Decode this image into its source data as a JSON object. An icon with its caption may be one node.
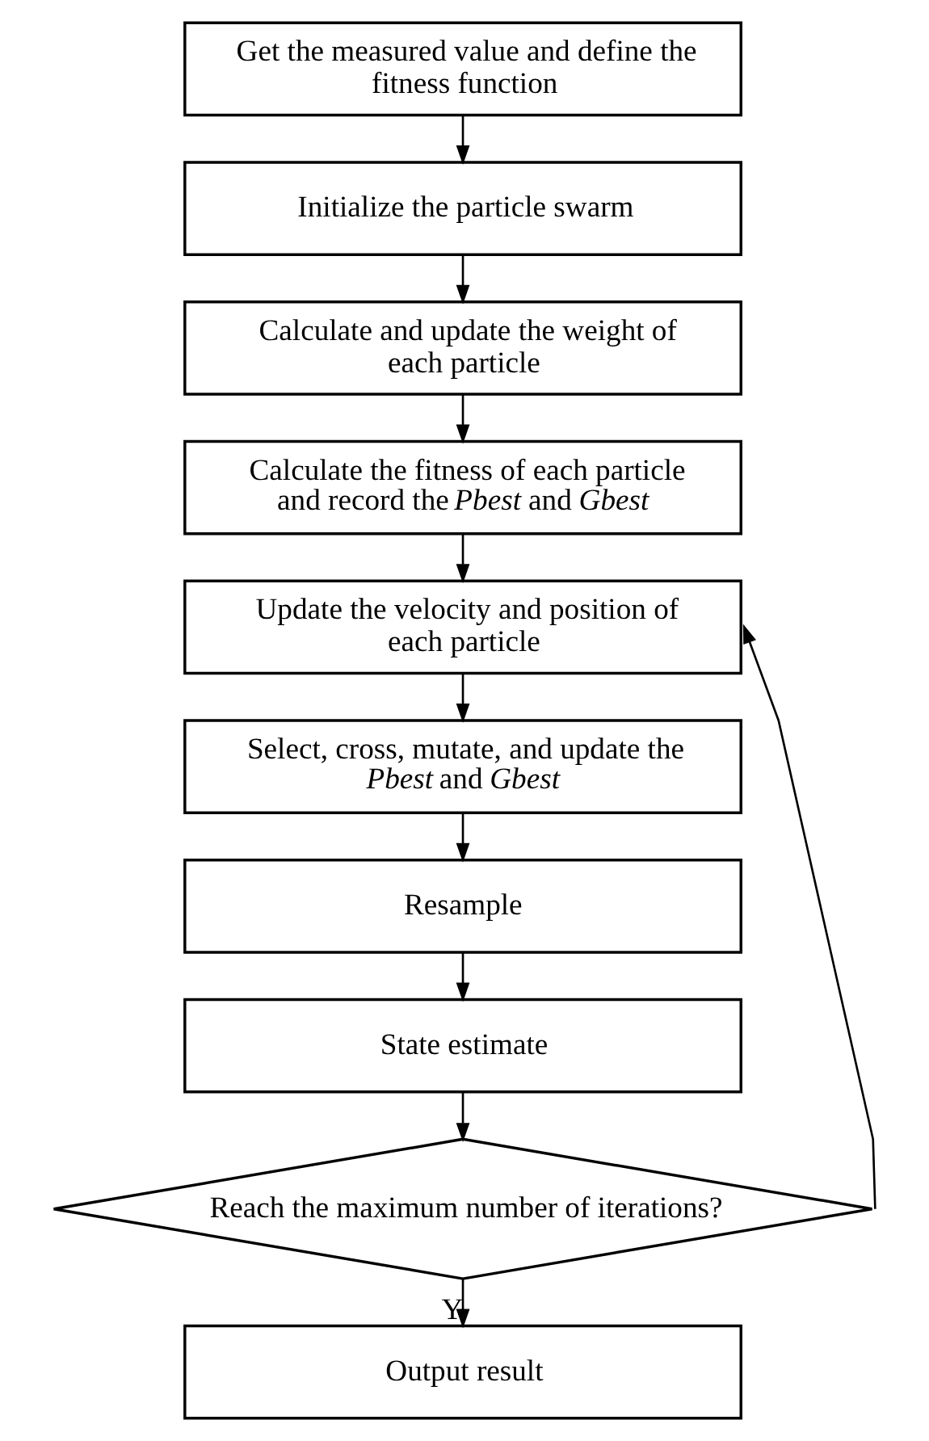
{
  "diagram": {
    "nodes": [
      {
        "text": [
          "Get the measured value and define the fitness function"
        ]
      },
      {
        "text": [
          "Initialize the particle swarm"
        ]
      },
      {
        "text": [
          "Calculate and update the weight of each particle"
        ]
      },
      {
        "text": [
          "Calculate the fitness of each particle and record the *Pbest* and *Gbest*"
        ]
      },
      {
        "text": [
          "Update the velocity and position of each particle"
        ]
      },
      {
        "text": [
          "Select, cross, mutate, and update the *Pbest* and *Gbest*"
        ]
      },
      {
        "text": [
          "Resample"
        ]
      },
      {
        "text": [
          "State estimate"
        ]
      },
      {
        "text": [
          "Reach the maximum number of iterations?"
        ]
      },
      {
        "text": [
          "Output result"
        ]
      }
    ],
    "edges": [
      {
        "from": 0,
        "to": 1,
        "arrow": "to"
      },
      {
        "from": 1,
        "to": 2,
        "arrow": "to"
      },
      {
        "from": 2,
        "to": 3,
        "arrow": "to"
      },
      {
        "from": 3,
        "to": 4,
        "arrow": "to"
      },
      {
        "from": 4,
        "to": 5,
        "arrow": "to"
      },
      {
        "from": 5,
        "to": 6,
        "arrow": "to"
      },
      {
        "from": 6,
        "to": 7,
        "arrow": "to"
      },
      {
        "from": 7,
        "to": 8,
        "arrow": "to"
      },
      {
        "from": 8,
        "to": 9,
        "arrow": "to",
        "label": "Y"
      },
      {
        "from": 8,
        "to": 4,
        "arrow": "to"
      }
    ]
  }
}
